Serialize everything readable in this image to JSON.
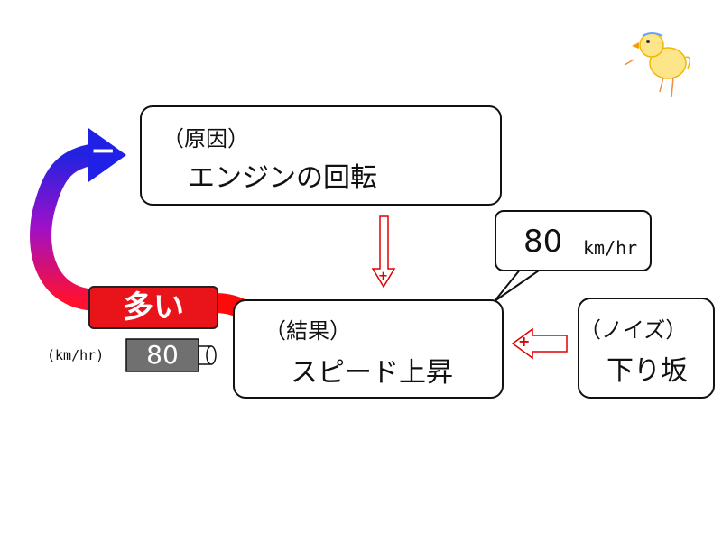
{
  "cause": {
    "tag": "（原因）",
    "text": "エンジンの回転"
  },
  "result": {
    "tag": "（結果）",
    "text": "スピード上昇"
  },
  "noise": {
    "tag": "（ノイズ）",
    "text": "下り坂"
  },
  "speed_callout": {
    "value": "80",
    "unit": "km/hr"
  },
  "feedback": {
    "badge": "多い",
    "sign": "−"
  },
  "meter": {
    "unit": "(km/hr)",
    "value": "80"
  },
  "signs": {
    "cause_to_result": "+",
    "noise_to_result": "+"
  },
  "icons": {
    "mascot": "chick-icon",
    "down_arrow": "down-arrow-icon"
  },
  "colors": {
    "red": "#e00000",
    "blue": "#1a1adc",
    "badge": "#e8141a",
    "meter": "#707070"
  }
}
